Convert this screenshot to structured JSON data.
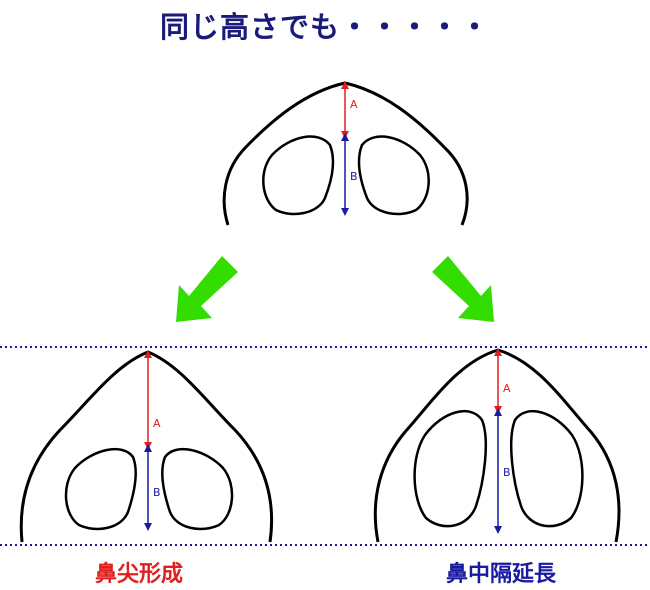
{
  "title": "同じ高さでも・・・・・",
  "labels": {
    "a": "A",
    "b": "B"
  },
  "captions": {
    "left": "鼻尖形成",
    "right": "鼻中隔延長"
  },
  "colors": {
    "title": "#1a1a7a",
    "measure_a": "#e02020",
    "measure_b": "#1a1aa0",
    "arrow": "#33dd00",
    "reference_line": "#1a1aa0"
  }
}
